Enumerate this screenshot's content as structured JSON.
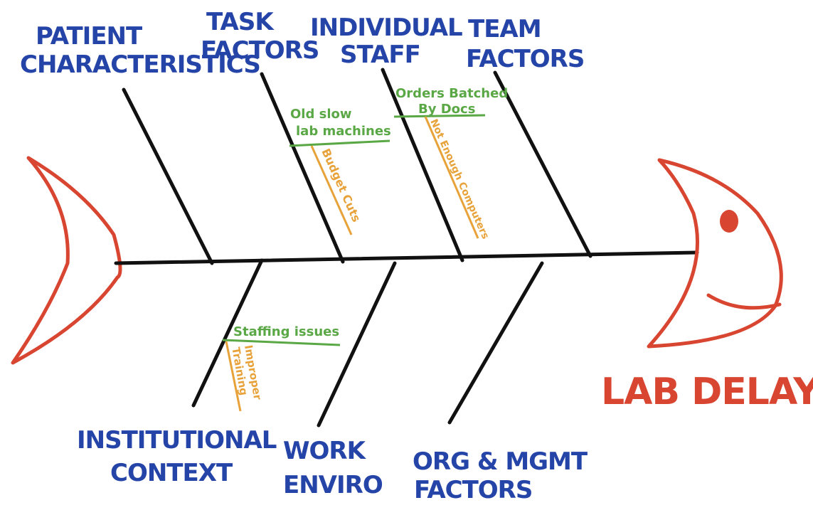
{
  "diagram": {
    "type": "fishbone",
    "effect": "LAB DELAYS",
    "colors": {
      "bones": "#111111",
      "fish": "#d84530",
      "categories": "#2544a8",
      "causes": "#5aa845",
      "sub_causes": "#e8a23a"
    },
    "categories": {
      "patient": [
        "PATIENT",
        "CHARACTERISTICS"
      ],
      "task": [
        "TASK",
        "FACTORS"
      ],
      "staff": [
        "INDIVIDUAL",
        "STAFF"
      ],
      "team": [
        "TEAM",
        "FACTORS"
      ],
      "institutional": [
        "INSTITUTIONAL",
        "CONTEXT"
      ],
      "work": [
        "WORK",
        "ENVIRO"
      ],
      "org": [
        "ORG & MGMT",
        "FACTORS"
      ]
    },
    "causes": {
      "task": [
        "Old slow",
        "lab machines"
      ],
      "staff": [
        "Orders Batched",
        "By Docs"
      ],
      "institutional": [
        "Staffing issues"
      ]
    },
    "sub_causes": {
      "task": "Budget Cuts",
      "staff": "Not Enough Computers",
      "institutional": [
        "Improper",
        "Training"
      ]
    }
  }
}
